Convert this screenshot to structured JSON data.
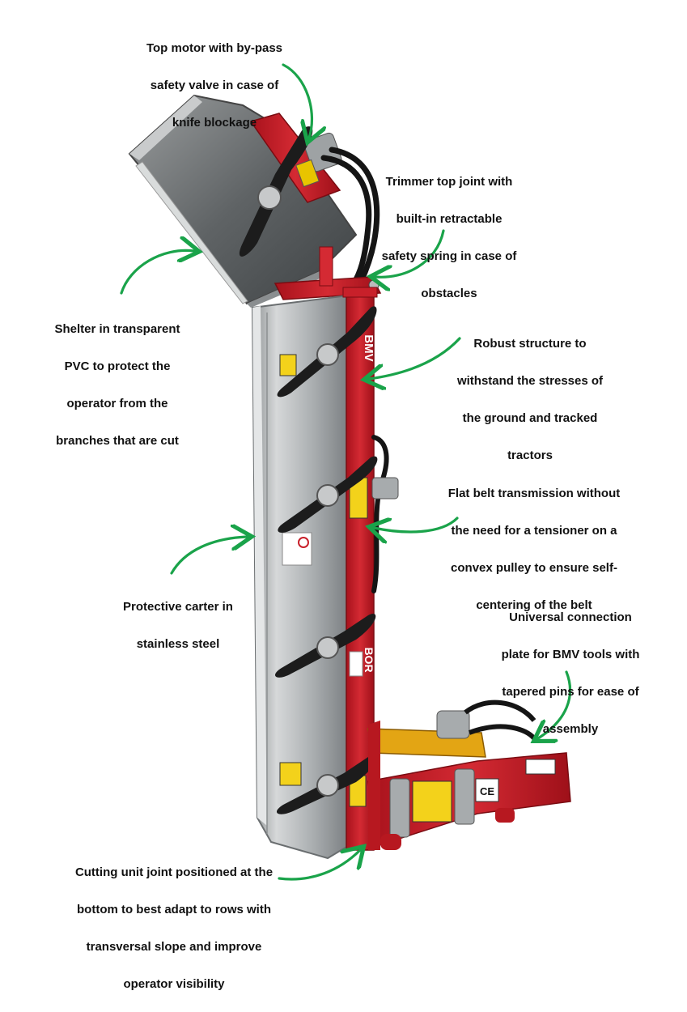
{
  "callouts": {
    "top_motor": [
      "Top motor with by-pass",
      "safety valve in case of",
      "knife blockage"
    ],
    "top_joint": [
      "Trimmer top joint with",
      "built-in retractable",
      "safety spring in case of",
      "obstacles"
    ],
    "shelter": [
      "Shelter in transparent",
      "PVC to protect the",
      "operator from the",
      "branches that are cut"
    ],
    "robust": [
      "Robust structure to",
      "withstand the stresses of",
      "the ground and tracked",
      "tractors"
    ],
    "belt": [
      "Flat belt transmission without",
      "the need for a tensioner on a",
      "convex pulley to ensure self-",
      "centering of the belt"
    ],
    "carter": [
      "Protective carter in",
      "stainless steel"
    ],
    "plate": [
      "Universal connection",
      "plate for BMV tools with",
      "tapered pins for ease of",
      "assembly"
    ],
    "bottom_joint": [
      "Cutting unit joint positioned at the",
      "bottom to best adapt to rows with",
      "transversal slope and improve",
      "operator visibility"
    ]
  },
  "machine": {
    "brand_top": "BMV",
    "brand_mid": "BOR",
    "ce_mark": "CE"
  },
  "colors": {
    "frame_red": "#c8202a",
    "steel": "#b9bcbd",
    "steel_dark": "#6f7375",
    "knife": "#1c1c1c",
    "arrow_green": "#1aa34a",
    "label_text": "#111111"
  }
}
